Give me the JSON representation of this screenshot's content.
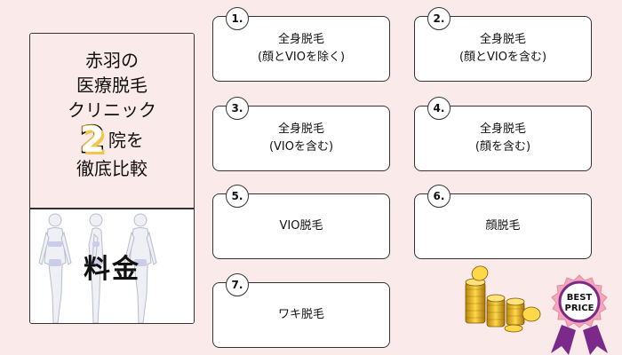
{
  "colors": {
    "background": "#fbeaea",
    "card_border": "#333333",
    "accent_yellow": "#f2c54b",
    "ribbon_purple": "#7b2a8a"
  },
  "title_card": {
    "line1": "赤羽の",
    "line2": "医療脱毛",
    "line3": "クリニック",
    "number": "2",
    "line4_suffix": "院を",
    "line5": "徹底比較",
    "fees_label": "料金"
  },
  "cards": [
    {
      "num": "1.",
      "label": "全身脱毛",
      "sub": "(顔とVIOを除く)"
    },
    {
      "num": "2.",
      "label": "全身脱毛",
      "sub": "(顔とVIOを含む)"
    },
    {
      "num": "3.",
      "label": "全身脱毛",
      "sub": "(VIOを含む)"
    },
    {
      "num": "4.",
      "label": "全身脱毛",
      "sub": "(顔を含む)"
    },
    {
      "num": "5.",
      "label": "VIO脱毛",
      "sub": ""
    },
    {
      "num": "6.",
      "label": "顔脱毛",
      "sub": ""
    },
    {
      "num": "7.",
      "label": "ワキ脱毛",
      "sub": ""
    }
  ],
  "best_price": {
    "line1": "BEST",
    "line2": "PRICE"
  },
  "icons": [
    "body-silhouette-icon",
    "gold-coins-icon",
    "best-price-rosette-icon"
  ]
}
